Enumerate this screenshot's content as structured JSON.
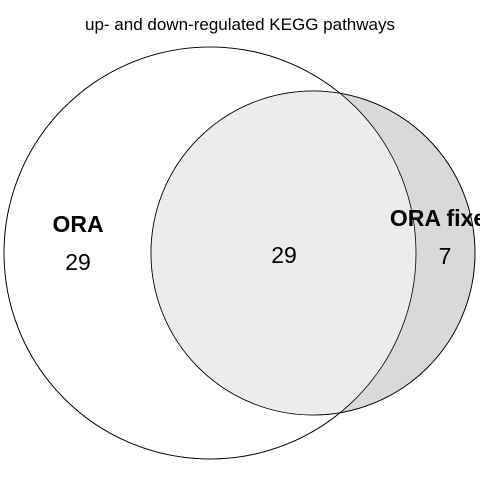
{
  "diagram": {
    "title": "up- and down-regulated KEGG pathways",
    "sets": [
      {
        "name": "ORA",
        "only_count": "29"
      },
      {
        "name": "ORA fixed",
        "only_count": "7"
      }
    ],
    "intersection_count": "29",
    "colors": {
      "set_a_fill": "#ffffff",
      "set_b_fill": "#d9d9d9",
      "intersection_fill": "#ececec",
      "stroke": "#000000"
    }
  }
}
